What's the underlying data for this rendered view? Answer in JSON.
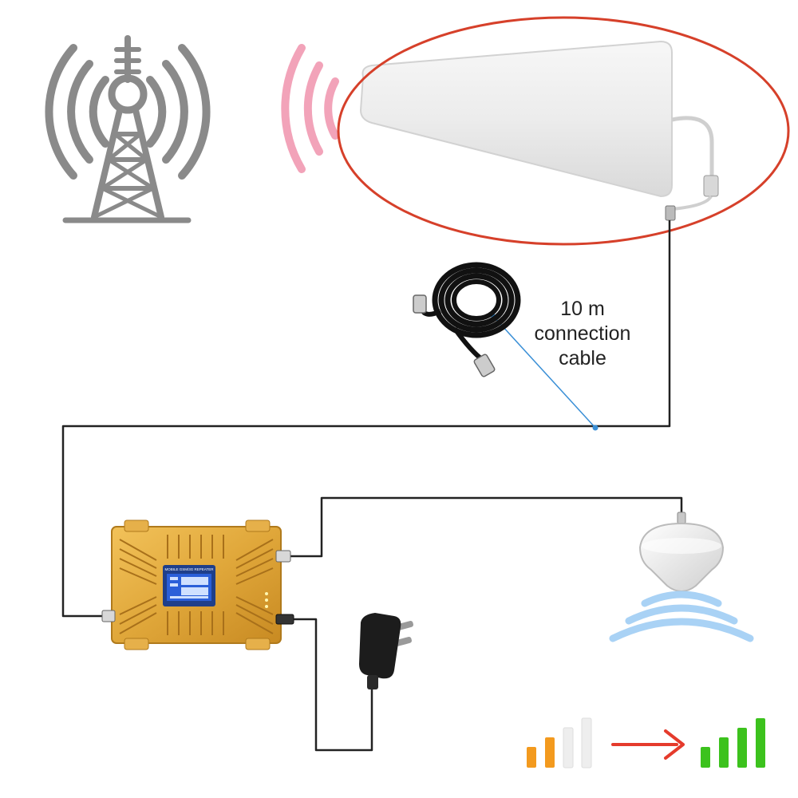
{
  "cable_label": {
    "line1": "10 m",
    "line2": "connection",
    "line3": "cable"
  },
  "repeater_screen_text": "MOBILE GSM/3G REPEATER",
  "colors": {
    "tower": "#8a8a8a",
    "incoming_waves": "#f2a3b9",
    "highlight_ellipse": "#d6402a",
    "cable": "#222222",
    "pointer_line": "#3a8fd6",
    "repeater_body": "#e0a73a",
    "repeater_screen": "#2a5fd9",
    "outgoing_waves": "#a9d2f5",
    "signal_before": "#f39a1e",
    "signal_after": "#3cc21d",
    "arrow": "#e53b2c"
  },
  "icons": {
    "tower": "cell-tower-icon",
    "outdoor_antenna": "log-periodic-antenna-icon",
    "cable_coil": "coiled-cable-icon",
    "repeater": "signal-repeater-icon",
    "power_adapter": "power-adapter-icon",
    "indoor_antenna": "ceiling-antenna-icon",
    "signal_before": "weak-signal-bars-icon",
    "arrow": "right-arrow-icon",
    "signal_after": "strong-signal-bars-icon"
  },
  "signal_before_bars": [
    {
      "level": 1,
      "lit": true,
      "color": "#f39a1e"
    },
    {
      "level": 2,
      "lit": true,
      "color": "#f39a1e"
    },
    {
      "level": 3,
      "lit": false,
      "color": "#eeeeee"
    },
    {
      "level": 4,
      "lit": false,
      "color": "#eeeeee"
    }
  ],
  "signal_after_bars": [
    {
      "level": 1,
      "lit": true,
      "color": "#3cc21d"
    },
    {
      "level": 2,
      "lit": true,
      "color": "#3cc21d"
    },
    {
      "level": 3,
      "lit": true,
      "color": "#3cc21d"
    },
    {
      "level": 4,
      "lit": true,
      "color": "#3cc21d"
    }
  ]
}
